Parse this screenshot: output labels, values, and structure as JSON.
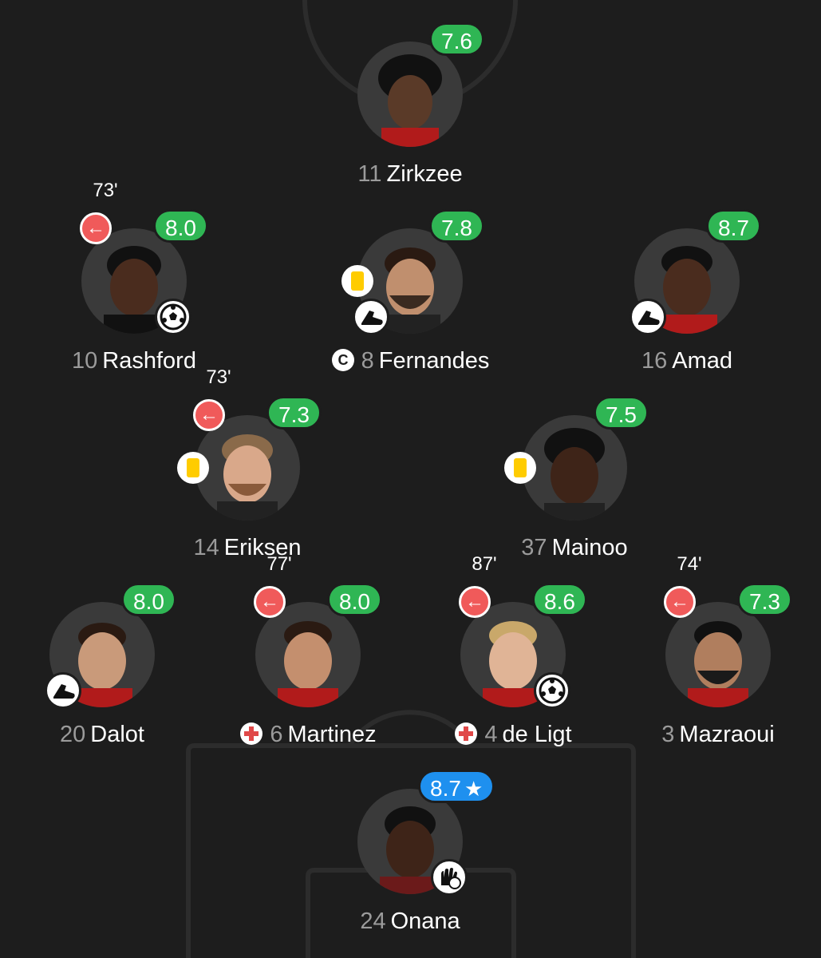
{
  "players": {
    "zirkzee": {
      "number": "11",
      "name": "Zirkzee",
      "rating": "7.6"
    },
    "rashford": {
      "number": "10",
      "name": "Rashford",
      "rating": "8.0",
      "sub_time": "73'"
    },
    "fernandes": {
      "number": "8",
      "name": "Fernandes",
      "rating": "7.8"
    },
    "amad": {
      "number": "16",
      "name": "Amad",
      "rating": "8.7"
    },
    "eriksen": {
      "number": "14",
      "name": "Eriksen",
      "rating": "7.3",
      "sub_time": "73'"
    },
    "mainoo": {
      "number": "37",
      "name": "Mainoo",
      "rating": "7.5"
    },
    "dalot": {
      "number": "20",
      "name": "Dalot",
      "rating": "8.0"
    },
    "martinez": {
      "number": "6",
      "name": "Martinez",
      "rating": "8.0",
      "sub_time": "77'"
    },
    "deligt": {
      "number": "4",
      "name": "de Ligt",
      "rating": "8.6",
      "sub_time": "87'"
    },
    "mazraoui": {
      "number": "3",
      "name": "Mazraoui",
      "rating": "7.3",
      "sub_time": "74'"
    },
    "onana": {
      "number": "24",
      "name": "Onana",
      "rating": "8.7",
      "top_rated_icon": "star-icon"
    }
  },
  "colors": {
    "background": "#1d1d1d",
    "rating": "#2fb654",
    "top_rating": "#1e90ef",
    "substitution": "#f05a5a",
    "yellow_card": "#ffcc00",
    "injury": "#e04848"
  },
  "icons": {
    "substitution": "arrow-left-icon",
    "goal": "football-icon",
    "assist": "boot-icon",
    "yellow_card": "yellow-card-icon",
    "captain": "captain-icon",
    "injury": "injury-cross-icon",
    "goalkeeper_save": "goalkeeper-glove-icon"
  }
}
